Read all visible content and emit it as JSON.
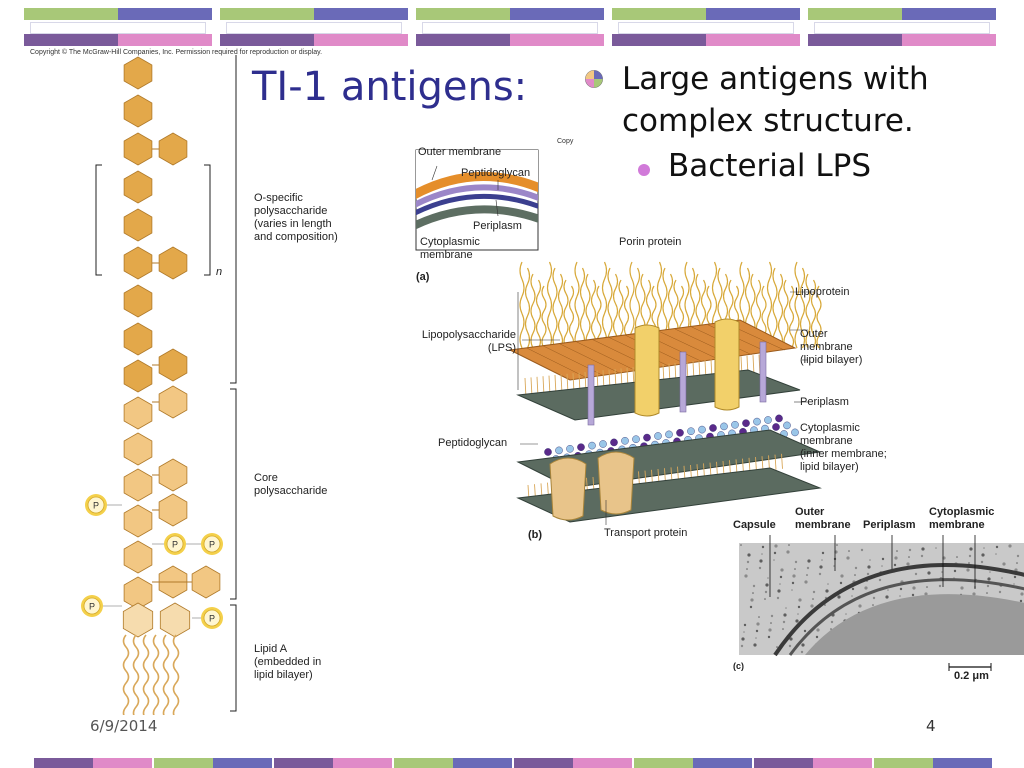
{
  "slide": {
    "title": "TI-1 antigens:",
    "bullets": [
      {
        "text": "Large antigens with complex structure.",
        "icon": "quad-bullet-icon"
      }
    ],
    "sub_bullets": [
      {
        "text": "Bacterial LPS"
      }
    ],
    "footer_date": "6/9/2014",
    "page_number": "4"
  },
  "copyright": {
    "left": "Copyright © The McGraw-Hill Companies, Inc. Permission required for reproduction or display.",
    "right": "Copy"
  },
  "lps_diagram": {
    "o_specific": "O-specific\npolysaccharide\n(varies in length\nand composition)",
    "n_label": "n",
    "core": "Core\npolysaccharide",
    "lipid_a": "Lipid A\n(embedded in\nlipid bilayer)",
    "phosphate": "P"
  },
  "panel_a": {
    "outer_membrane": "Outer membrane",
    "peptidoglycan": "Peptidoglycan",
    "periplasm": "Periplasm",
    "cytoplasmic_membrane": "Cytoplasmic\nmembrane",
    "label": "(a)"
  },
  "panel_b": {
    "porin_protein": "Porin protein",
    "lipoprotein": "Lipoprotein",
    "lps": "Lipopolysaccharide\n(LPS)",
    "outer_membrane": "Outer\nmembrane\n(lipid bilayer)",
    "periplasm": "Periplasm",
    "peptidoglycan": "Peptidoglycan",
    "cytoplasmic_membrane": "Cytoplasmic\nmembrane\n(inner membrane;\nlipid bilayer)",
    "transport_protein": "Transport protein",
    "label": "(b)"
  },
  "panel_c": {
    "capsule": "Capsule",
    "outer_membrane": "Outer\nmembrane",
    "periplasm": "Periplasm",
    "cytoplasmic_membrane": "Cytoplasmic\nmembrane",
    "label": "(c)",
    "scale": "0.2 μm"
  },
  "colors": {
    "title": "#2e2e8e",
    "band_green": "#a8c878",
    "band_blue": "#6a6ab8",
    "band_purple": "#7a5a9a",
    "band_pink": "#e08ac8",
    "hexagon": "#e3a84a",
    "hexagon_light": "#f2c783",
    "phosphate": "#f4d04a"
  }
}
